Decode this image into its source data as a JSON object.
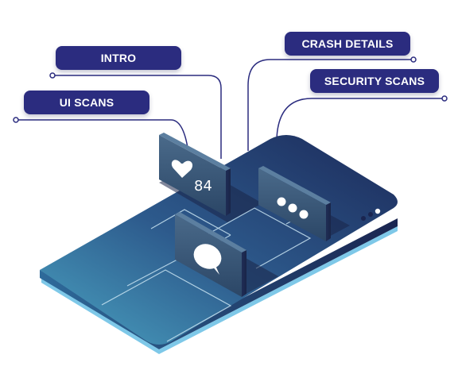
{
  "labels": {
    "intro": "INTRO",
    "crash_details": "CRASH DETAILS",
    "security_scans": "SECURITY SCANS",
    "ui_scans": "UI SCANS"
  },
  "cards": {
    "heart_count": "84",
    "heart_icon": "heart-icon",
    "typing_icon": "typing-dots-icon",
    "chat_icon": "chat-bubble-icon"
  },
  "colors": {
    "label_bg": "#2b2c7f",
    "phone_dark": "#1c2a5a",
    "phone_light": "#4aa3c2",
    "card": "#3a5a7a"
  }
}
